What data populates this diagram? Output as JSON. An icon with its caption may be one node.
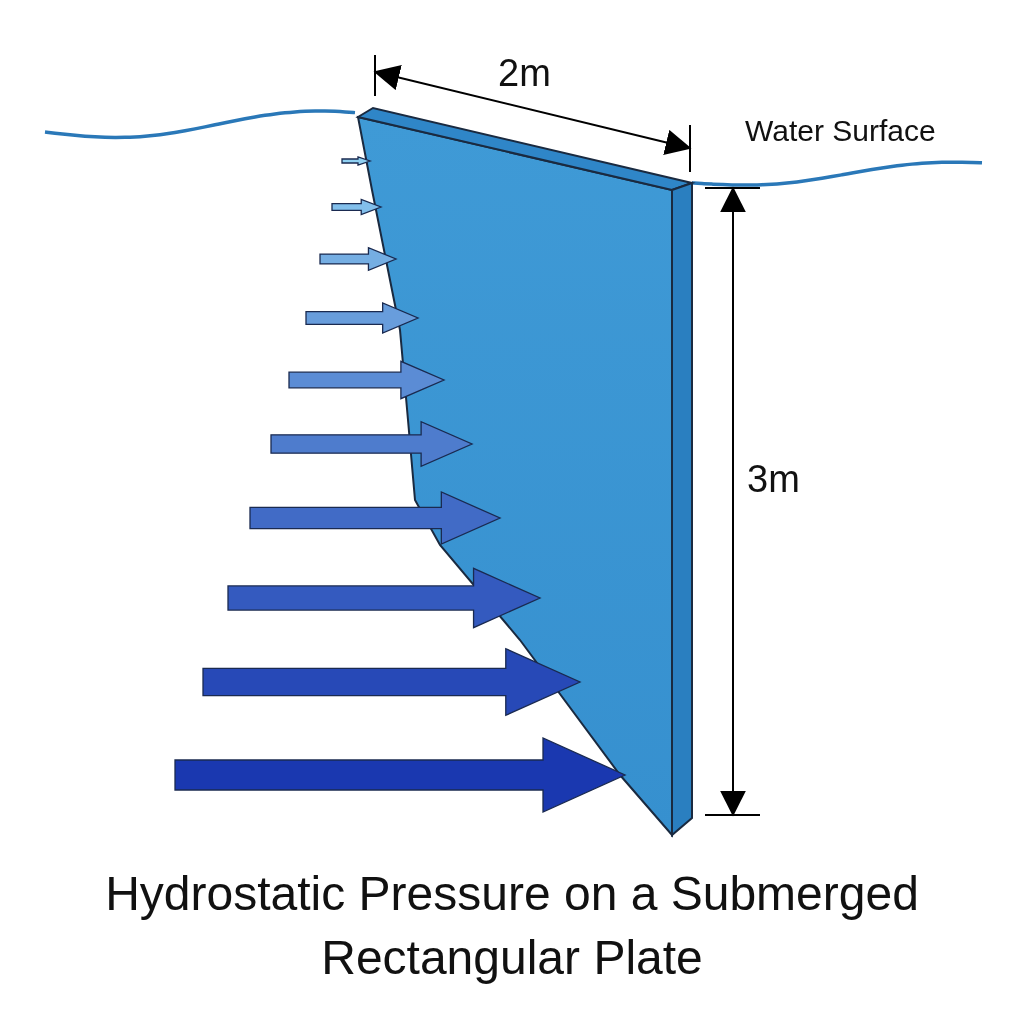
{
  "diagram": {
    "title": "Hydrostatic Pressure on a Submerged Rectangular Plate",
    "labels": [
      "2m",
      "Water Surface",
      "3m"
    ]
  }
}
